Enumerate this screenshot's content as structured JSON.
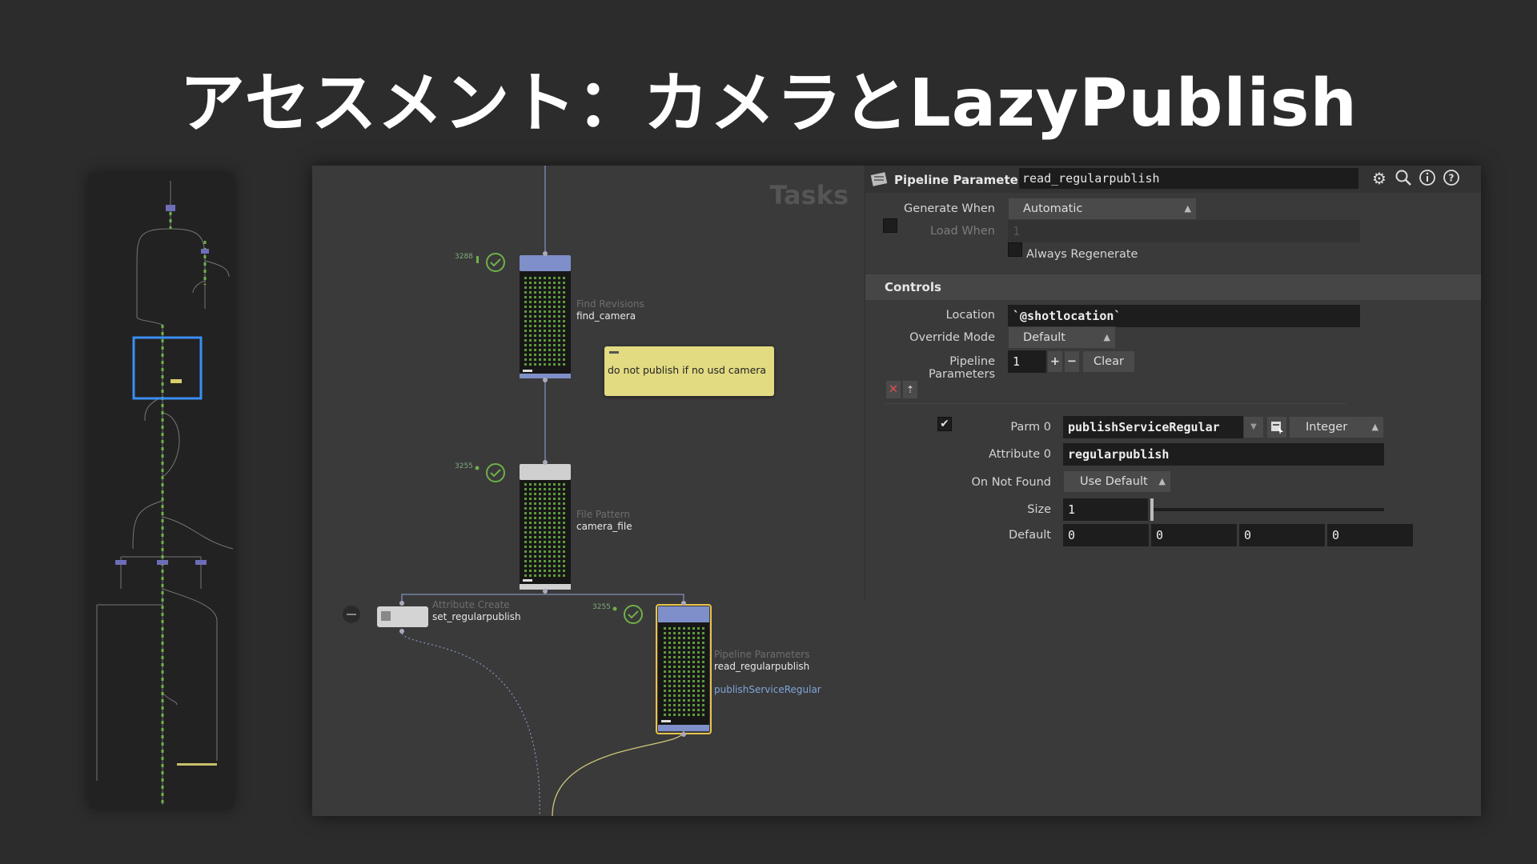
{
  "slide": {
    "title": "アセスメント：カメラとLazyPublish"
  },
  "graph": {
    "tasks_label": "Tasks",
    "nodes": [
      {
        "category": "Find Revisions",
        "name": "find_camera",
        "badge": "3288"
      },
      {
        "category": "File Pattern",
        "name": "camera_file",
        "badge": "3255"
      },
      {
        "category": "Attribute Create",
        "name": "set_regularpublish"
      },
      {
        "category": "Pipeline Parameters",
        "name": "read_regularpublish",
        "badge": "3255",
        "extra": "publishServiceRegular"
      }
    ],
    "note": "do not publish if no usd camera"
  },
  "params": {
    "type_label": "Pipeline Parameters",
    "node_name": "read_regularpublish",
    "generate_when_label": "Generate When",
    "generate_when_value": "Automatic",
    "load_when_label": "Load When",
    "load_when_value": "1",
    "always_regenerate_label": "Always Regenerate",
    "controls_label": "Controls",
    "location_label": "Location",
    "location_value": "`@shotlocation`",
    "override_mode_label": "Override Mode",
    "override_mode_value": "Default",
    "pipeline_params_label": "Pipeline Parameters",
    "pipeline_params_count": "1",
    "plus": "+",
    "minus": "−",
    "clear_label": "Clear",
    "parm0_label": "Parm 0",
    "parm0_value": "publishServiceRegular",
    "parm0_type": "Integer",
    "attribute0_label": "Attribute 0",
    "attribute0_value": "regularpublish",
    "on_not_found_label": "On Not Found",
    "on_not_found_value": "Use Default",
    "size_label": "Size",
    "size_value": "1",
    "default_label": "Default",
    "default_values": [
      "0",
      "0",
      "0",
      "0"
    ]
  }
}
